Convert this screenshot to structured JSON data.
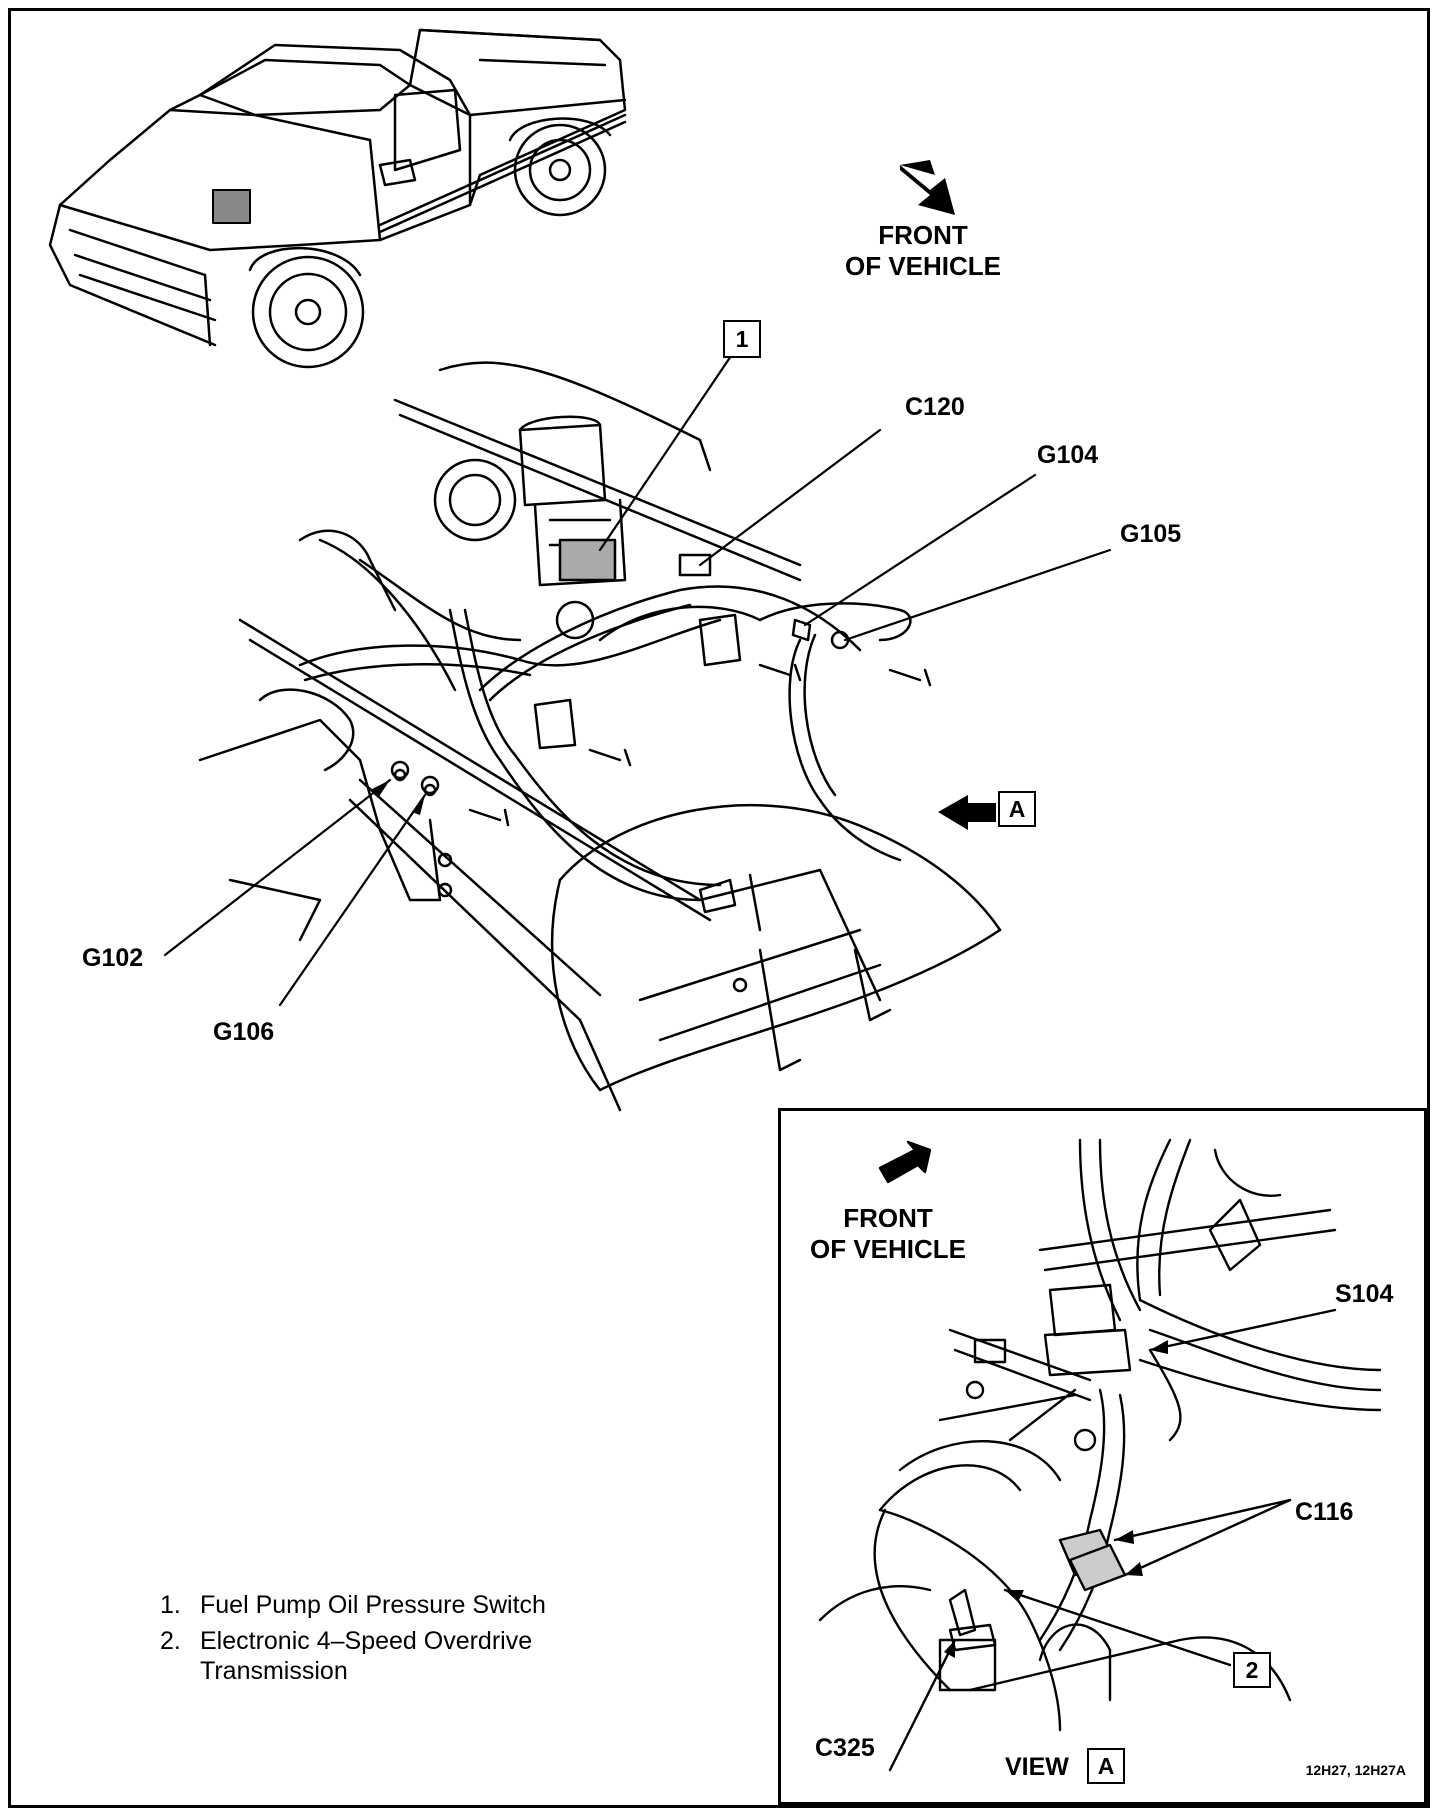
{
  "main": {
    "front_label_1": "FRONT",
    "front_label_2": "OF VEHICLE",
    "callout_1": "1",
    "view_marker": "A",
    "connectors": {
      "c120": "C120",
      "g104": "G104",
      "g105": "G105",
      "g102": "G102",
      "g106": "G106"
    }
  },
  "legend": {
    "items": [
      {
        "num": "1.",
        "text": "Fuel Pump Oil Pressure Switch"
      },
      {
        "num": "2.",
        "text": "Electronic 4–Speed Overdrive"
      },
      {
        "num": "",
        "text": "Transmission"
      }
    ]
  },
  "inset": {
    "front_label_1": "FRONT",
    "front_label_2": "OF VEHICLE",
    "s104": "S104",
    "c116": "C116",
    "c325": "C325",
    "callout_2": "2",
    "view_label": "VIEW",
    "view_marker": "A",
    "figure_code": "12H27, 12H27A"
  }
}
